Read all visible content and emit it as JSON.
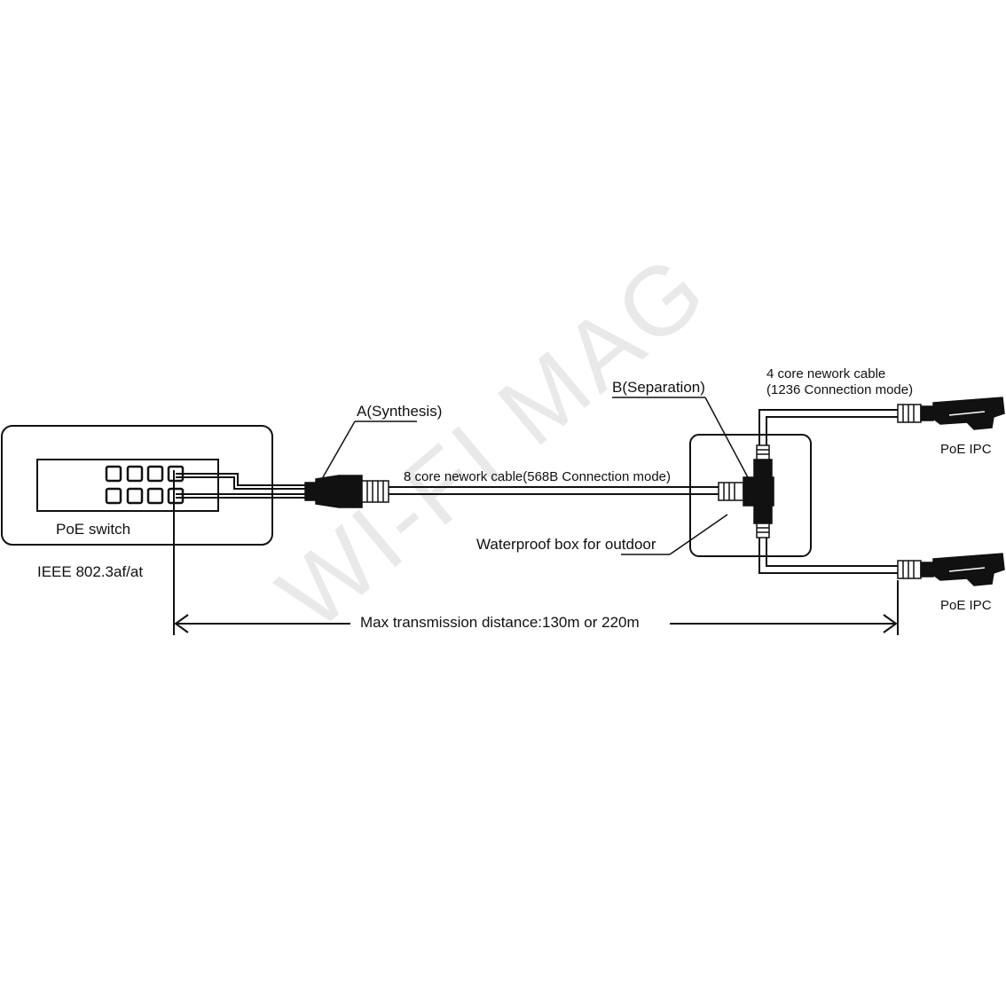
{
  "watermark": "WI-FI MAG",
  "switch": {
    "label": "PoE switch",
    "standard": "IEEE 802.3af/at"
  },
  "connector_a_label": "A(Synthesis)",
  "connector_b_label": "B(Separation)",
  "cable_8core_label": "8 core nework cable(568B Connection mode)",
  "cable_4core_label_line1": "4 core nework cable",
  "cable_4core_label_line2": "(1236 Connection mode)",
  "waterproof_box_label": "Waterproof box for outdoor",
  "camera_top_label": "PoE IPC",
  "camera_bottom_label": "PoE IPC",
  "distance_label": "Max transmission distance:130m or 220m",
  "colors": {
    "line": "#111111",
    "background": "#ffffff",
    "watermark": "#e9e9e9"
  }
}
